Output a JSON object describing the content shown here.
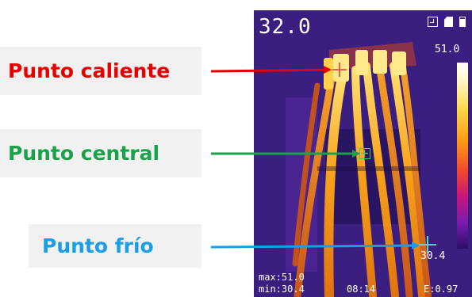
{
  "annotations": {
    "hot_label": "Punto caliente",
    "center_label": "Punto central",
    "cold_label": "Punto frío",
    "hot_color": "#e60000",
    "center_color": "#1aa14a",
    "cold_color": "#1a9ee6"
  },
  "camera": {
    "center_temperature": "32.0",
    "scale_max": "51.0",
    "scale_min": "30.4",
    "stat_max": "max:51.0",
    "stat_min": "min:30.4",
    "time": "08:14",
    "emissivity": "E:0.97",
    "status_icons": [
      "image-mode-icon",
      "sd-card-icon",
      "battery-icon"
    ],
    "palette": "iron"
  }
}
